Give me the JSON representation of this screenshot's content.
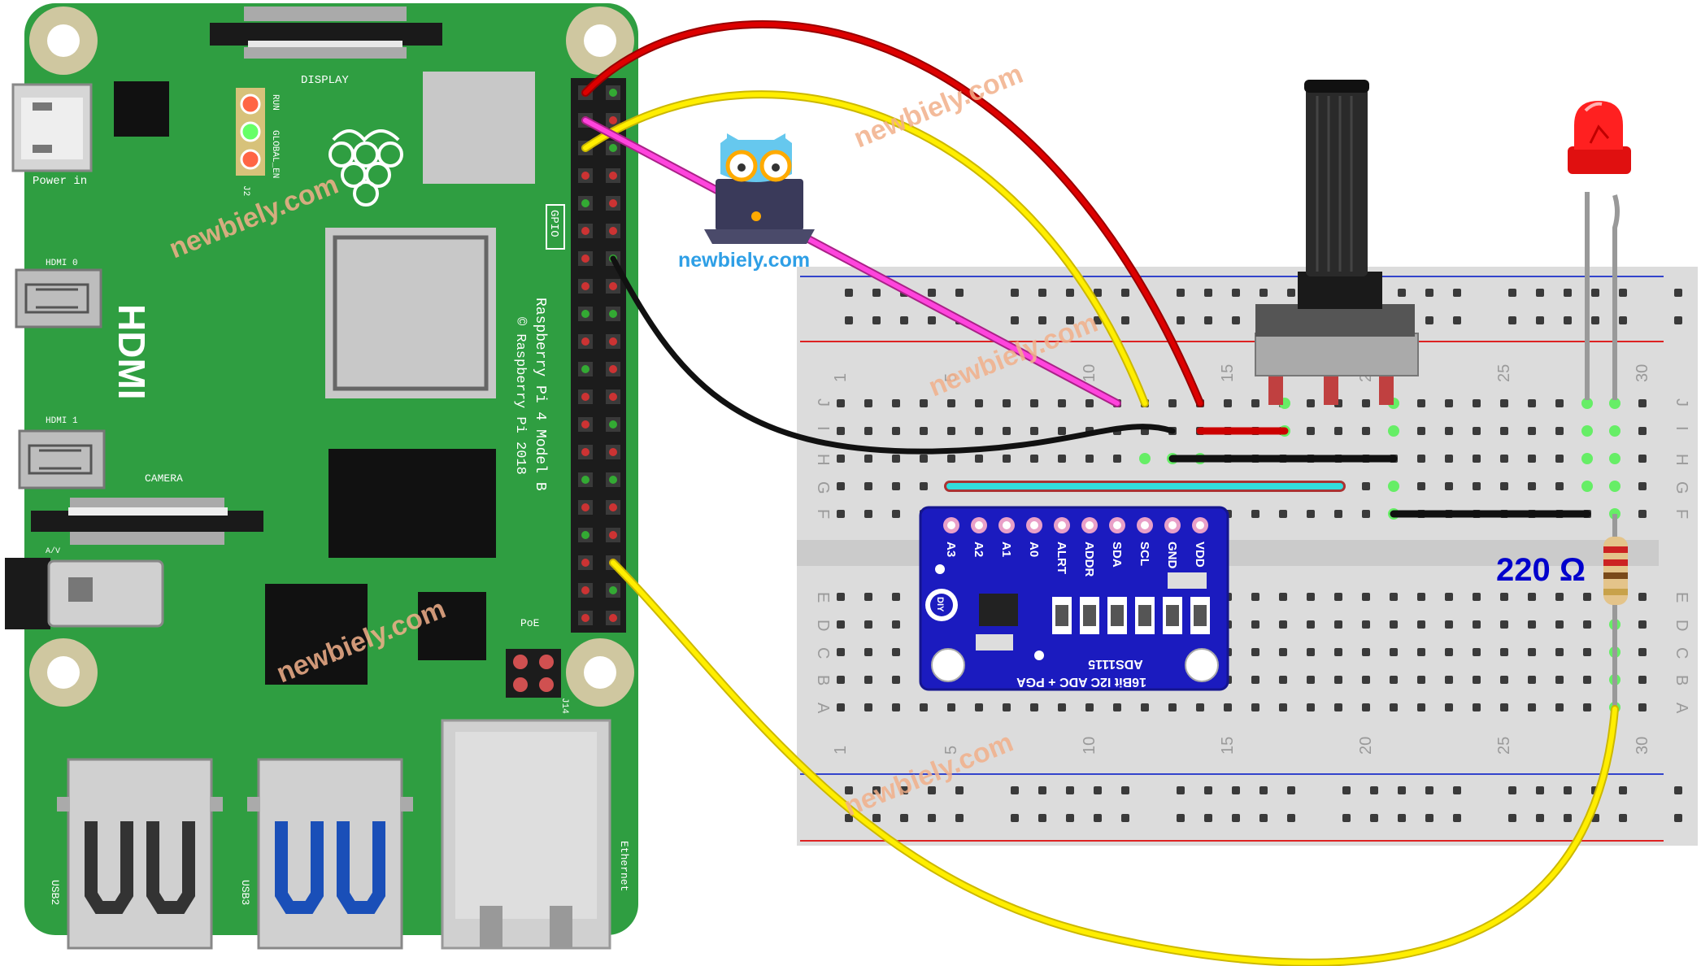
{
  "watermark": "newbiely.com",
  "logo": {
    "brand": "newbiely.com"
  },
  "raspberry_pi": {
    "display_label": "DISPLAY",
    "power_label": "Power in",
    "hdmi0_label": "HDMI 0",
    "hdmi1_label": "HDMI 1",
    "hdmi_logo": "HDMI",
    "camera_label": "CAMERA",
    "av_label": "A/V",
    "poe_label": "PoE",
    "j14_label": "J14",
    "j2_label": "J2",
    "run_label": "RUN",
    "global_en_label": "GLOBAL_EN",
    "gpio_label": "GPIO",
    "model_label": "Raspberry Pi 4 Model B",
    "copyright_label": "© Raspberry Pi 2018",
    "usb2_label": "USB2",
    "usb3_label": "USB3",
    "ethernet_label": "Ethernet"
  },
  "breadboard": {
    "column_numbers": [
      "1",
      "5",
      "10",
      "15",
      "20",
      "25",
      "30"
    ],
    "row_letters_top": [
      "J",
      "I",
      "H",
      "G",
      "F"
    ],
    "row_letters_bottom": [
      "E",
      "D",
      "C",
      "B",
      "A"
    ]
  },
  "adc_module": {
    "pins": [
      "A3",
      "A2",
      "A1",
      "A0",
      "ALRT",
      "ADDR",
      "SDA",
      "SCL",
      "GND",
      "VDD"
    ],
    "chip_name": "ADS1115",
    "description": "16Bit I2C ADC + PGA",
    "logo": "DIY"
  },
  "resistor": {
    "value_label": "220 Ω"
  },
  "colors": {
    "pcb_green": "#2f9e41",
    "wire_red": "#cc0000",
    "wire_yellow": "#ffee00",
    "wire_magenta": "#ff33cc",
    "wire_black": "#111111",
    "wire_cyan": "#33dddd",
    "adc_blue": "#1b1bbf",
    "led_red": "#ff2020",
    "resistor_label_blue": "#0000cc"
  }
}
